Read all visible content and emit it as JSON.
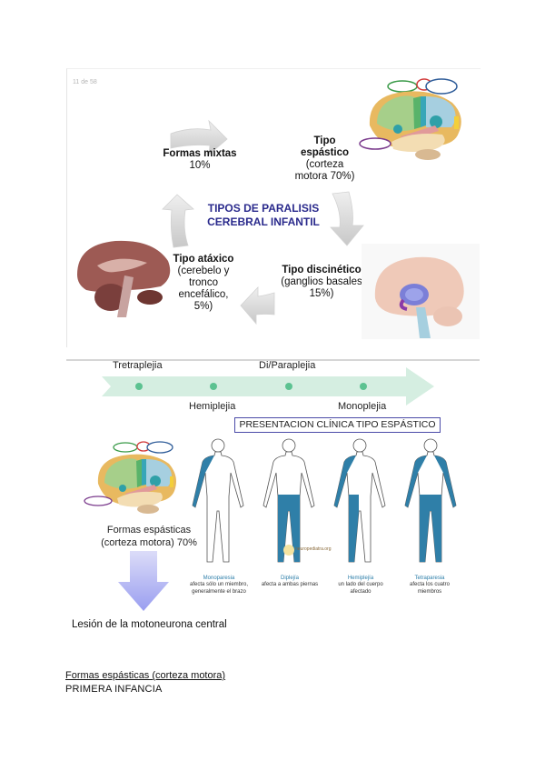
{
  "slide": {
    "page_counter": "11 de 58",
    "title_line1": "TIPOS DE PARALISIS",
    "title_line2": "CEREBRAL INFANTIL",
    "types": {
      "mixtas": {
        "name": "Formas mixtas",
        "detail": "10%"
      },
      "espastico": {
        "name_line1": "Tipo",
        "name_line2": "espástico",
        "detail_line1": "(corteza",
        "detail_line2": "motora 70%)"
      },
      "discinetico": {
        "name": "Tipo discinético",
        "detail_line1": "(ganglios basales",
        "detail_line2": "15%)"
      },
      "ataxico": {
        "name": "Tipo atáxico",
        "detail_line1": "(cerebelo y",
        "detail_line2": "tronco",
        "detail_line3": "encefálico,",
        "detail_line4": "5%)"
      }
    },
    "images": {
      "lateral_brain": "lateral-brain-cortex-illustration",
      "sagittal_brain": "sagittal-brain-illustration",
      "basal_ganglia_brain": "basal-ganglia-brain-illustration"
    }
  },
  "timeline": {
    "top_labels": [
      "Tretraplejia",
      "Di/Paraplejia"
    ],
    "bottom_labels": [
      "Hemiplejia",
      "Monoplejia"
    ],
    "arrow_color": "#d5eee1",
    "dot_color": "#5cc291"
  },
  "clinical": {
    "box_label": "PRESENTACION CLÍNICA TIPO ESPÁSTICO",
    "watermark": "neuropediatra.org",
    "affected_color": "#2f7fa8",
    "figures": [
      {
        "title": "Monoparesia",
        "desc_line1": "afecta sólo un miembro,",
        "desc_line2": "generalmente el brazo"
      },
      {
        "title": "Diplejía",
        "desc_line1": "afecta a ambas piernas",
        "desc_line2": ""
      },
      {
        "title": "Hemiplejía",
        "desc_line1": "un lado del cuerpo",
        "desc_line2": "afectado"
      },
      {
        "title": "Tetraparesia",
        "desc_line1": "afecta los cuatro",
        "desc_line2": "miembros"
      }
    ]
  },
  "spastic": {
    "caption_line1": "Formas espásticas",
    "caption_line2": "(corteza motora) 70%",
    "lesion": "Lesión de la motoneurona central"
  },
  "notes": {
    "heading": "Formas espásticas (corteza motora)",
    "subheading": "PRIMERA INFANCIA"
  }
}
